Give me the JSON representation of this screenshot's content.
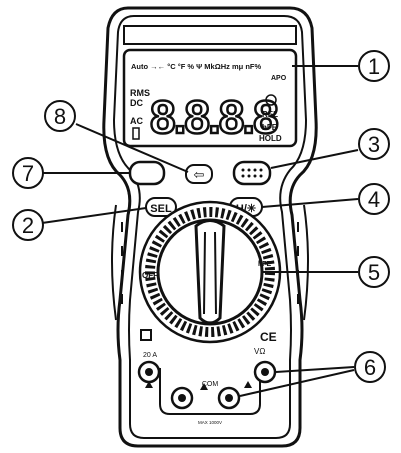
{
  "callouts": [
    {
      "number": "1"
    },
    {
      "number": "2"
    },
    {
      "number": "3"
    },
    {
      "number": "4"
    },
    {
      "number": "5"
    },
    {
      "number": "6"
    },
    {
      "number": "7"
    },
    {
      "number": "8"
    }
  ],
  "lcd": {
    "top_indicators": "Auto →← °C °F % Ψ MkΩHz mμ nF%",
    "apo": "APO",
    "rms": "RMS",
    "dc": "DC",
    "ac": "AC",
    "digits": "8.8.8.8",
    "rel": "REL",
    "hfe": "hFE",
    "hold": "HOLD"
  },
  "buttons": {
    "sel": "SEL",
    "hold_backlight": "H/✳",
    "backlight_symbol": "⇦"
  },
  "dial": {
    "off": "OFF",
    "hfe": "hFE"
  },
  "panel": {
    "square_symbol": "□",
    "ce_mark": "CE",
    "jack_20a": "20 A",
    "jack_vo": "VΩ",
    "jack_com": "COM",
    "max_note": "MAX 1000V"
  },
  "colors": {
    "ink": "#111111",
    "paper": "#ffffff"
  }
}
